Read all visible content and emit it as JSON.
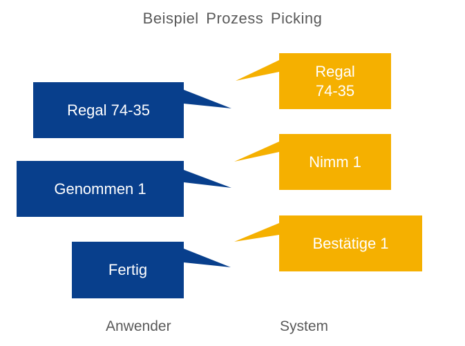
{
  "title": "Beispiel Prozess Picking",
  "colors": {
    "user": "#083f8c",
    "system": "#f5b000",
    "text": "#595959"
  },
  "user": {
    "label": "Anwender",
    "steps": [
      "Regal 74-35",
      "Genommen 1",
      "Fertig"
    ]
  },
  "system": {
    "label": "System",
    "steps": [
      {
        "line1": "Regal",
        "line2": "74-35"
      },
      {
        "line1": "Nimm 1"
      },
      {
        "line1": "Bestätige 1"
      }
    ]
  }
}
